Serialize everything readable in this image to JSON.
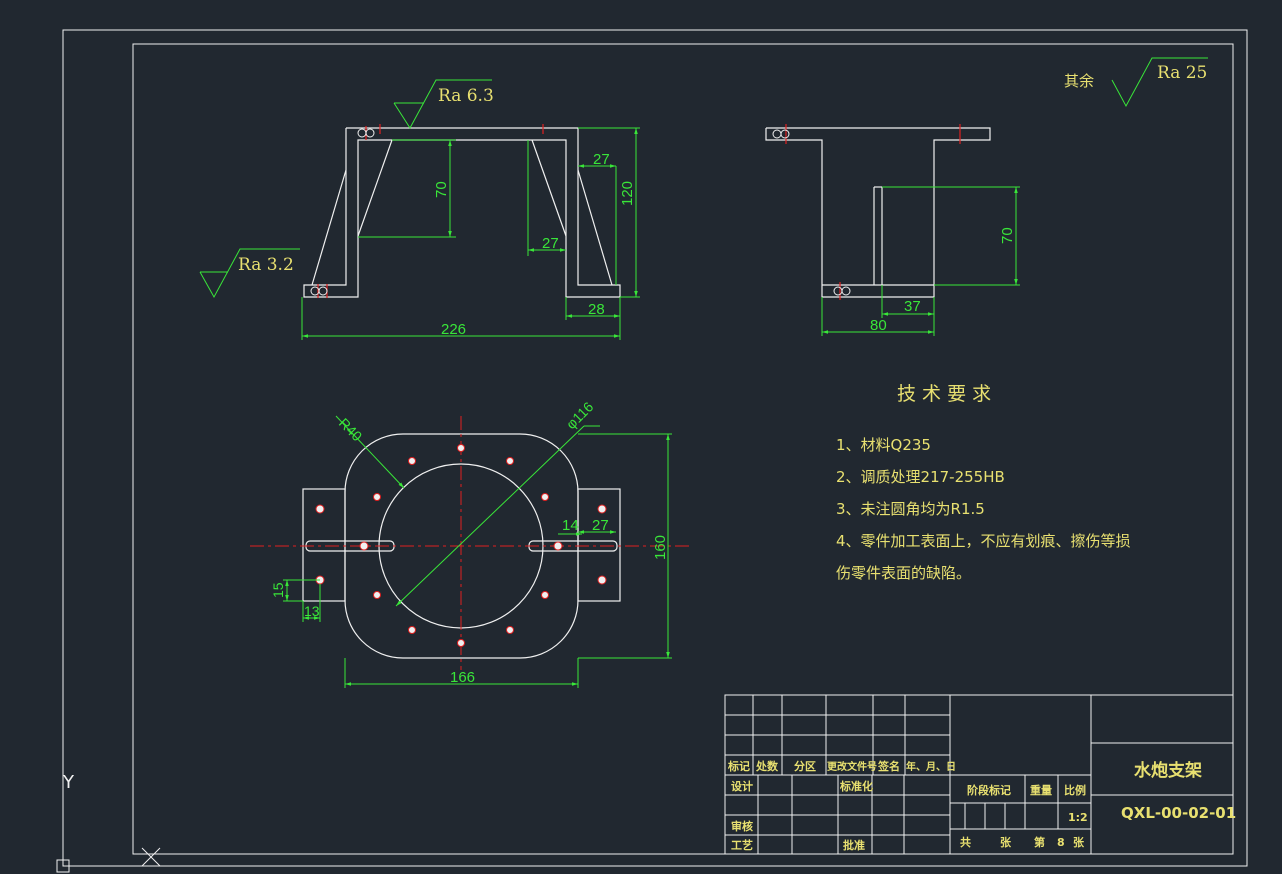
{
  "colors": {
    "background": "#212830",
    "outline": "#f0f0f0",
    "dimension": "#39e639",
    "centerline": "#e02020",
    "text_yellow": "#e8e070"
  },
  "surface_finish": {
    "other": "其余",
    "ra_general": "Ra 25",
    "ra_top": "Ra 6.3",
    "ra_side": "Ra 3.2"
  },
  "front_view": {
    "d70": "70",
    "d27_top": "27",
    "d120": "120",
    "d27_inner": "27",
    "d28": "28",
    "d226": "226"
  },
  "side_view": {
    "d70": "70",
    "d37": "37",
    "d80": "80"
  },
  "plan_view": {
    "r40": "R40",
    "phi116": "φ116",
    "d14": "14",
    "d27": "27",
    "d160": "160",
    "d15": "15",
    "d13": "13",
    "d166": "166"
  },
  "tech_requirements": {
    "title": "技 术 要 求",
    "items": [
      "1、材料Q235",
      "2、调质处理217-255HB",
      "3、未注圆角均为R1.5",
      "4、零件加工表面上，不应有划痕、擦伤等损",
      "伤零件表面的缺陷。"
    ]
  },
  "title_block": {
    "h_mark": "标记",
    "h_count": "处数",
    "h_zone": "分区",
    "h_change": "更改文件号",
    "h_sign": "签名",
    "h_date": "年、月、日",
    "design": "设计",
    "standard": "标准化",
    "review": "审核",
    "process": "工艺",
    "approve": "批准",
    "stage": "阶段标记",
    "weight": "重量",
    "scale_label": "比例",
    "scale_value": "1:2",
    "total": "共",
    "sheets": "张",
    "sheet_no": "第",
    "sheet_num": "8",
    "sheets2": "张",
    "part_name": "水炮支架",
    "drawing_no": "QXL-00-02-01"
  },
  "ucs": {
    "y_label": "Y"
  }
}
